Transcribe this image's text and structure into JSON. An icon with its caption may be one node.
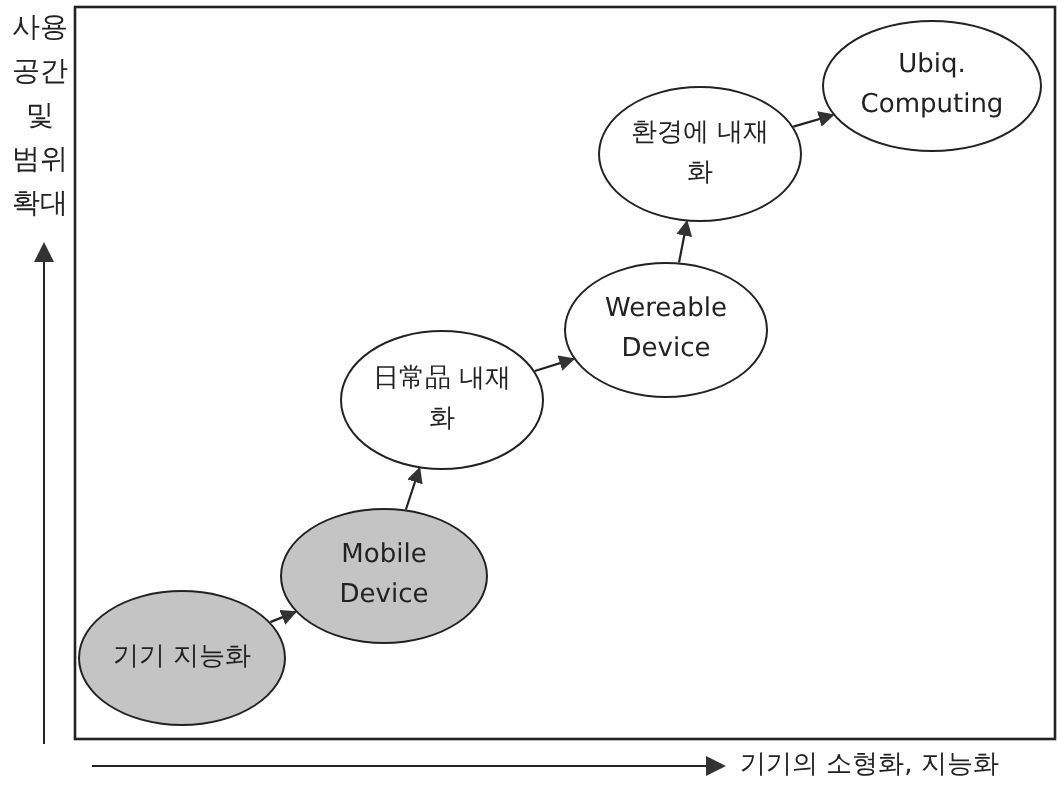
{
  "diagram": {
    "nodes": [
      {
        "text": [
          "기기 지능화"
        ]
      },
      {
        "text": [
          "Mobile Device"
        ]
      },
      {
        "text": [
          "日常品 내재화"
        ]
      },
      {
        "text": [
          "Wereable Device"
        ]
      },
      {
        "text": [
          "환경에 내재화"
        ]
      },
      {
        "text": [
          "Ubiq. Computing"
        ]
      }
    ],
    "edges": [
      {
        "from": 0,
        "to": 1,
        "arrow": "to"
      },
      {
        "from": 1,
        "to": 2,
        "arrow": "to"
      },
      {
        "from": 2,
        "to": 3,
        "arrow": "to"
      },
      {
        "from": 3,
        "to": 4,
        "arrow": "to"
      },
      {
        "from": 4,
        "to": 5,
        "arrow": "to"
      }
    ],
    "labels": [
      "사용 공간 및 범위 확대",
      "기기의 소형화, 지능화"
    ]
  }
}
